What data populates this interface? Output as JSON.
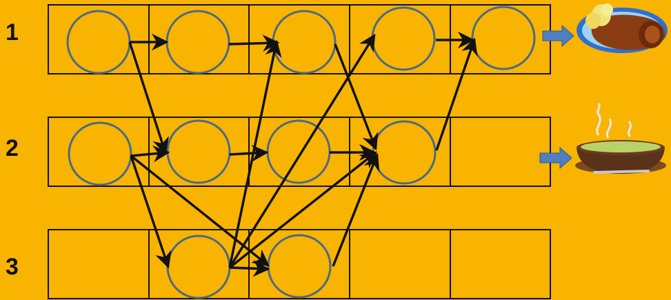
{
  "rows": [
    {
      "label": "1"
    },
    {
      "label": "2"
    },
    {
      "label": "3"
    }
  ],
  "row_outputs": [
    {
      "row": 1,
      "icon": "roast-meat-platter-icon"
    },
    {
      "row": 2,
      "icon": "soup-bowl-icon"
    }
  ],
  "colors": {
    "background": "#F8B400",
    "grid_line": "#111111",
    "node_stroke": "#4A6A86",
    "edge": "#111111",
    "output_arrow": "#4F7EC1"
  }
}
